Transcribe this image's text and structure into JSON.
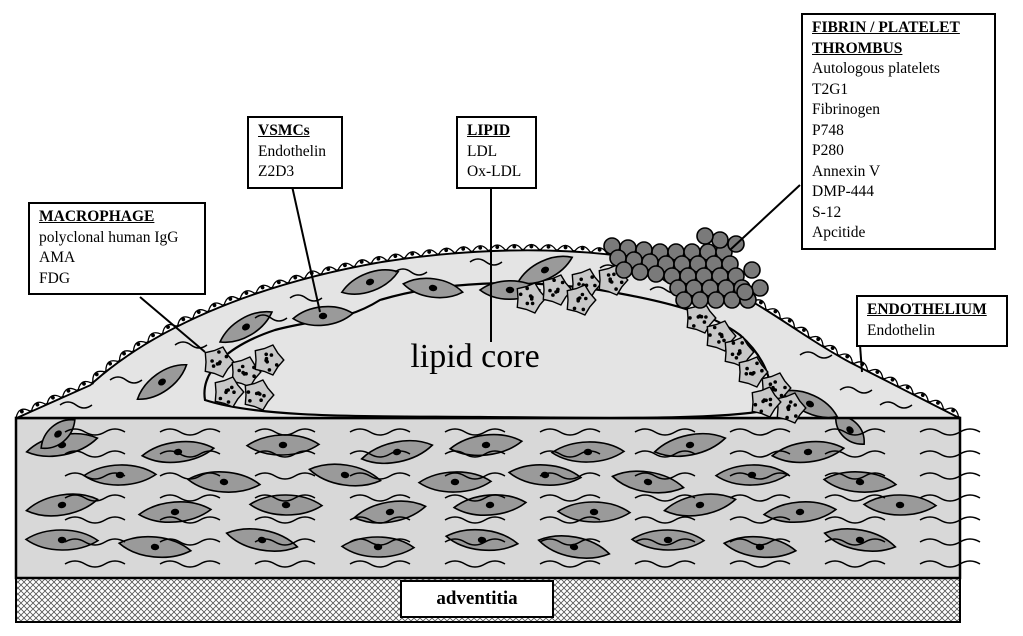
{
  "labels": {
    "lipid_core": "lipid core",
    "adventitia": "adventitia"
  },
  "boxes": {
    "macrophage": {
      "title": "MACROPHAGE",
      "items": [
        "polyclonal human IgG",
        "AMA",
        "FDG"
      ]
    },
    "vsmcs": {
      "title": "VSMCs",
      "items": [
        "Endothelin",
        "Z2D3"
      ]
    },
    "lipid": {
      "title": "LIPID",
      "items": [
        "LDL",
        "Ox-LDL"
      ]
    },
    "thrombus": {
      "title_lines": [
        "FIBRIN / PLATELET",
        "THROMBUS"
      ],
      "items": [
        "Autologous platelets",
        "T2G1",
        "Fibrinogen",
        "P748",
        "P280",
        "Annexin V",
        "DMP-444",
        "S-12",
        "Apcitide"
      ]
    },
    "endothelium": {
      "title": "ENDOTHELIUM",
      "items": [
        "Endothelin"
      ]
    }
  },
  "colors": {
    "plaque_fill": "#e4e4e4",
    "media_fill": "#d8d8d8",
    "cell_fill": "#9a9a9a",
    "platelet_fill": "#7a7a7a",
    "outline": "#000000"
  }
}
